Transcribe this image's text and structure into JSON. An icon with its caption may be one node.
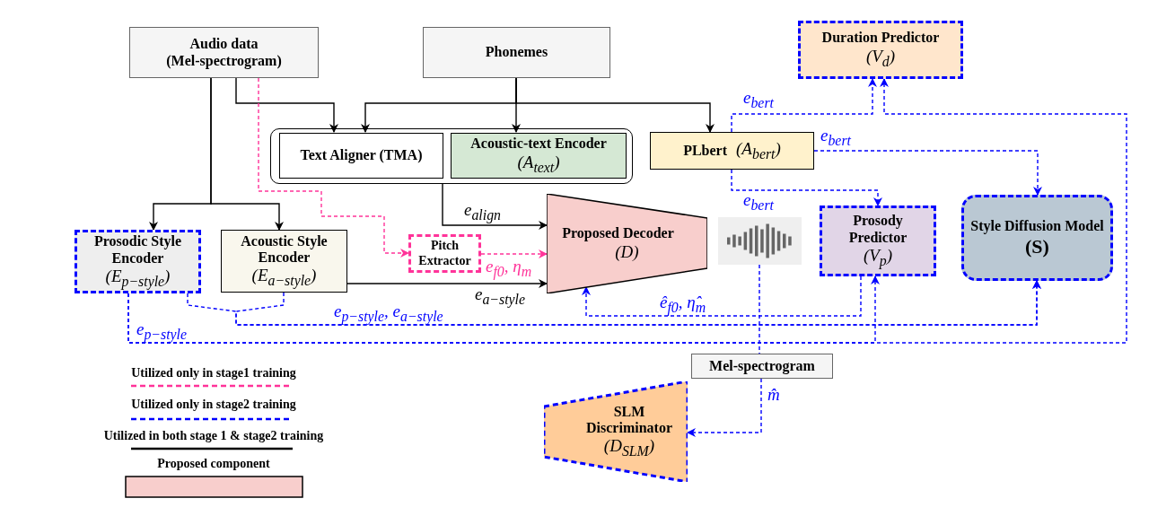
{
  "diagram": {
    "nodes": [
      {
        "text": [
          "Audio data",
          "(Mel-spectrogram)"
        ]
      },
      {
        "text": [
          "Phonemes"
        ]
      },
      {
        "text": [],
        "shape": "box"
      },
      {
        "text": [
          "Text Aligner (TMA)"
        ],
        "in": 2
      },
      {
        "text": [
          "Acoustic-text Encoder",
          "(A$_{text}$)"
        ],
        "in": 2
      },
      {
        "text": [
          "Duration Predictor",
          "(V$_{d}$)"
        ]
      },
      {
        "text": [
          "PLbert",
          "(A$_{bert}$)"
        ]
      },
      {
        "text": [
          "Prosodic Style Encoder",
          "(E$_{p−style}$)"
        ]
      },
      {
        "text": [
          "Acoustic Style Encoder",
          "(E$_{a−style}$)"
        ]
      },
      {
        "text": [
          "Pitch Extractor"
        ]
      },
      {
        "text": [
          "Proposed Decoder",
          "(D)"
        ]
      },
      {
        "text": [],
        "shape": "picture"
      },
      {
        "text": [
          "Prosody Predictor",
          "(V$_{p}$)"
        ]
      },
      {
        "text": [
          "Style Diffusion Model",
          "(S)"
        ]
      },
      {
        "text": [
          "Mel-spectrogram"
        ]
      },
      {
        "text": [
          "SLM Discriminator",
          "(D$_{SLM}$)"
        ]
      }
    ],
    "edges": [
      {
        "from": 0,
        "to": 3,
        "arrow": "to",
        "color": "#000000"
      },
      {
        "from": 1,
        "to": 3,
        "arrow": "to",
        "color": "#000000"
      },
      {
        "from": 1,
        "to": 4,
        "arrow": "to",
        "color": "#000000"
      },
      {
        "from": 1,
        "to": 6,
        "arrow": "to",
        "color": "#000000"
      },
      {
        "from": 0,
        "to": 7,
        "arrow": "to",
        "color": "#000000"
      },
      {
        "from": 0,
        "to": 8,
        "arrow": "to",
        "color": "#000000"
      },
      {
        "from": 0,
        "to": 9,
        "arrow": "to",
        "style": "dashed",
        "color": "#ff3399"
      },
      {
        "from": 9,
        "to": 10,
        "arrow": "to",
        "label": "e$_{f0}$, η$_{m}$",
        "style": "dashed",
        "color": "#ff3399"
      },
      {
        "from": 2,
        "to": 10,
        "arrow": "to",
        "label": "e$_{align}$",
        "color": "#000000"
      },
      {
        "from": 8,
        "to": 10,
        "arrow": "to",
        "label": "e$_{a−style}$",
        "color": "#000000"
      },
      {
        "from": 7,
        "to": 5,
        "arrow": "to",
        "label": "e$_{p−style}$",
        "style": "dashed",
        "color": "#0000ff"
      },
      {
        "from": 7,
        "to": 12,
        "arrow": "to",
        "style": "dashed",
        "color": "#0000ff"
      },
      {
        "from": 7,
        "to": 13,
        "arrow": "to",
        "label": "e$_{p−style}$, e$_{a−style}$",
        "style": "dashed",
        "color": "#0000ff"
      },
      {
        "from": 8,
        "to": 13,
        "arrow": "to",
        "style": "dashed",
        "color": "#0000ff"
      },
      {
        "from": 6,
        "to": 5,
        "arrow": "to",
        "label": "e$_{bert}$",
        "style": "dashed",
        "color": "#0000ff"
      },
      {
        "from": 6,
        "to": 13,
        "arrow": "to",
        "label": "e$_{bert}$",
        "style": "dashed",
        "color": "#0000ff"
      },
      {
        "from": 6,
        "to": 12,
        "arrow": "to",
        "label": "e$_{bert}$",
        "style": "dashed",
        "color": "#0000ff"
      },
      {
        "from": 12,
        "to": 10,
        "arrow": "to",
        "label": "ê$_{f0}$, η̂$_{m}$",
        "style": "dashed",
        "color": "#0000ff"
      },
      {
        "from": 11,
        "to": 14,
        "arrow": "none",
        "style": "dashed",
        "color": "#0000ff"
      },
      {
        "from": 14,
        "to": 15,
        "arrow": "to",
        "label": "m̂",
        "style": "dashed",
        "color": "#0000ff"
      }
    ],
    "legend": [
      {
        "text": "Utilized only in stage1 training"
      },
      {
        "text": "Utilized only in stage2 training"
      },
      {
        "text": "Utilized in both stage 1 & stage2 training"
      },
      {
        "text": "Proposed component",
        "color": "#f8cecc"
      }
    ]
  }
}
